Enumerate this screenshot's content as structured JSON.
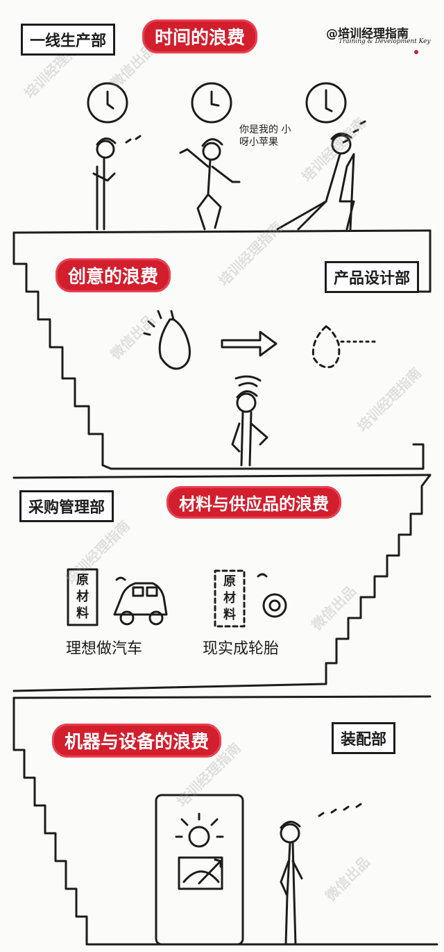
{
  "logo": {
    "title": "@培训经理指南",
    "subtitle": "Training & Development Key"
  },
  "panels": [
    {
      "dept": "一线生产部",
      "banner": "时间的浪费",
      "speech": "你是我的 小呀小苹果"
    },
    {
      "dept": "产品设计部",
      "banner": "创意的浪费"
    },
    {
      "dept": "采购管理部",
      "banner": "材料与供应品的浪费",
      "box_label": "原 材 料",
      "captions": [
        "理想做汽车",
        "现实成轮胎"
      ]
    },
    {
      "dept": "装配部",
      "banner": "机器与设备的浪费"
    }
  ],
  "watermark": {
    "line1": "培训经理指南",
    "line2": "微信出品"
  },
  "colors": {
    "banner": "#d21e2d",
    "ink": "#1c1c1c",
    "paper": "#fbfbfa"
  }
}
